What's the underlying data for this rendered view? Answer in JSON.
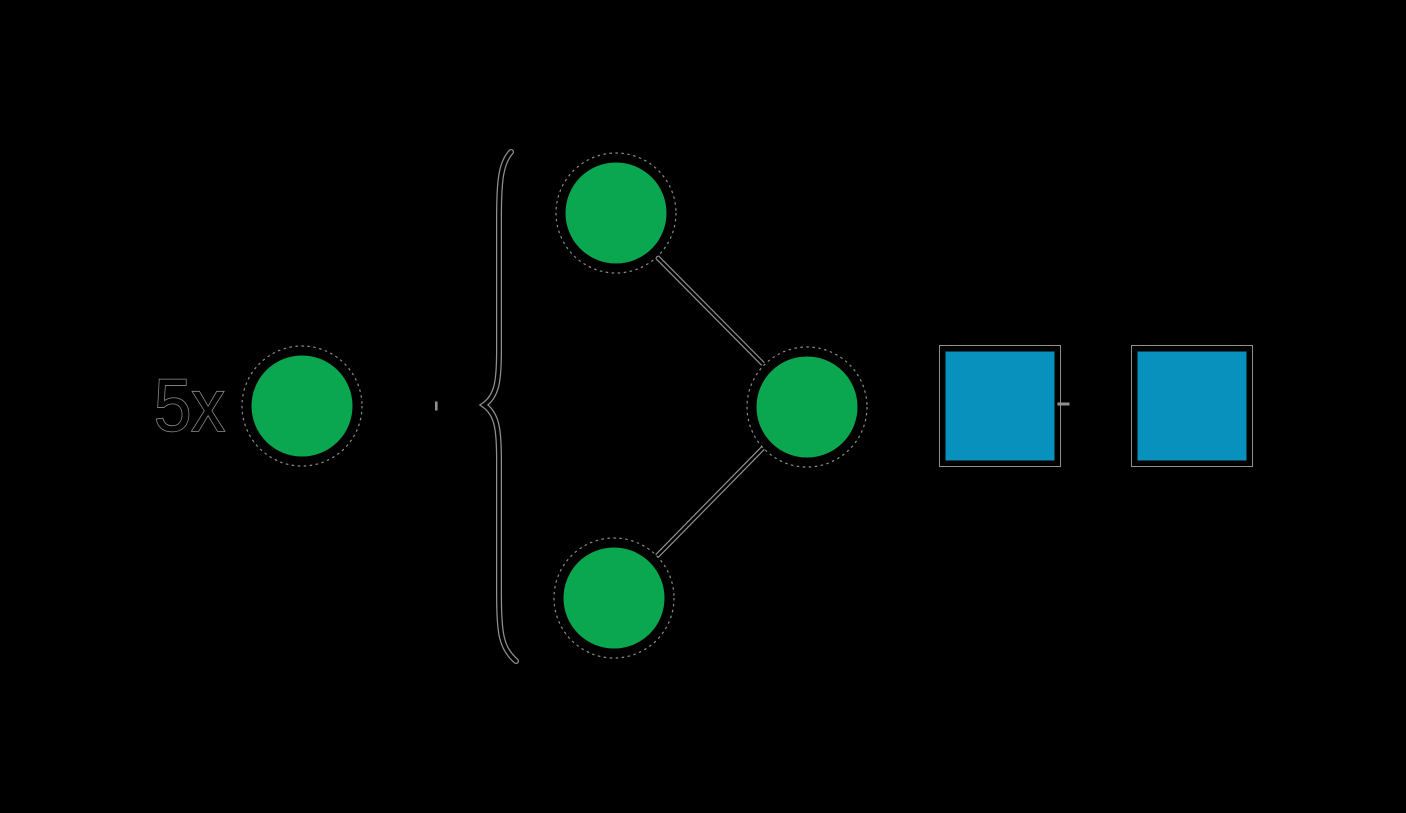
{
  "figure": {
    "multiplier_label": "5x",
    "background_color": "#000000",
    "palette": {
      "node_fill": "#0aa750",
      "box_fill": "#0991bd",
      "stroke_core": "#000000",
      "stroke_halo": "#909090",
      "dotted_halo": "rgba(255,255,255,0.55)",
      "label_fill": "#000000",
      "label_outline": "#8f8f8f"
    },
    "unit": {
      "shape": "green-circle-node"
    },
    "brace_glyph": "{",
    "cluster": {
      "node_count": 3,
      "edge_count": 2
    },
    "output_boxes": {
      "count": 2,
      "shape": "blue-square"
    }
  }
}
